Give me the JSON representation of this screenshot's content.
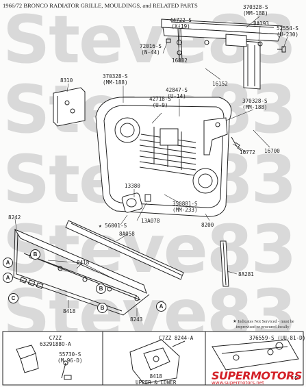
{
  "title": "1966/72 BRONCO RADIATOR GRILLE, MOULDINGS, and RELATED PARTS",
  "watermark": [
    "Steve83",
    "Steve83",
    "Steve83",
    "Steve83",
    "Steve83"
  ],
  "labels": {
    "p370328a": "370328-S\n(MM-188)",
    "p8A193": "8A193",
    "p52554": "52554-S\n(U-230)",
    "p44722": "44722-S\n(X-19)",
    "p72016": "72016-S\n(N-44)",
    "p16832": "16832",
    "p8310": "8310",
    "p370328b": "370328-S\n(MM-188)",
    "p42847": "42847-S\n(U-14)",
    "p16152": "16152",
    "p42718": "42718-S\n(U-9)",
    "p370328c": "370328-S\n(MM-188)",
    "p16772": "16772",
    "p16700": "16700",
    "p13380": "13380",
    "p350881": "350881-S\n(MM-233)",
    "p56001": "★ 56001-S",
    "p13A078": "13A078",
    "p8200": "8200",
    "p8242": "8242",
    "p8A058": "8A058",
    "p8418a": "8418",
    "p8A281": "8A281",
    "p8418b": "8418",
    "p8243": "8243",
    "pC7ZZa": "C7ZZ\n6329188O-A",
    "p55730": "55730-S\n(M-96-D)",
    "pC7ZZb": "C7ZZ 8244-A",
    "p8418c": "8418\nUPPER & LOWER",
    "p376559": "376559-S (UU-81-D)",
    "pD": "\"D\""
  },
  "callouts": {
    "A": "A",
    "B": "B",
    "C": "C"
  },
  "note": "★ Indicates Not Serviced - must be\n   improvised or procured locally",
  "logo": {
    "brand": "SUPERMOTORS",
    "url": "www.supermotors.net",
    "color": "#d32027"
  }
}
